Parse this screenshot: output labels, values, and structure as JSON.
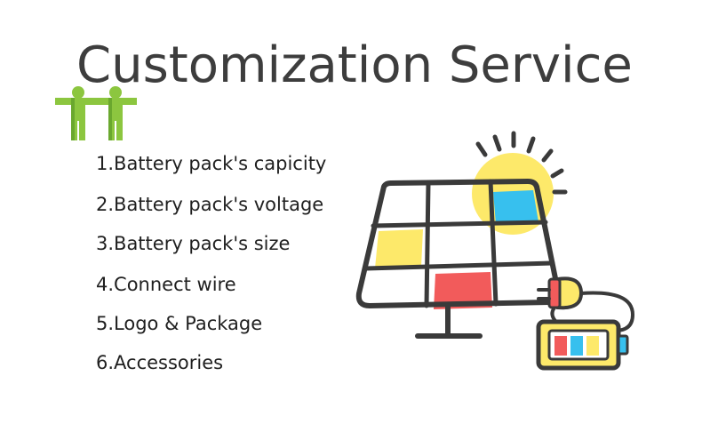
{
  "title": "Customization Service",
  "services": [
    "1.Battery pack's capicity",
    "2.Battery pack's voltage",
    "3.Battery pack's size",
    "4.Connect wire",
    "5.Logo & Package",
    "6.Accessories"
  ],
  "icons": {
    "people": "two-people-icon",
    "solar": "solar-panel-icon",
    "sun": "sun-icon",
    "battery": "battery-icon",
    "plug": "plug-icon"
  },
  "colors": {
    "title": "#3d3d3d",
    "green": "#8cc63f",
    "sun": "#fde96a",
    "cell_blue": "#37c0ee",
    "cell_yellow": "#fde96a",
    "cell_red": "#f25b5b",
    "outline": "#3a3a3a"
  }
}
